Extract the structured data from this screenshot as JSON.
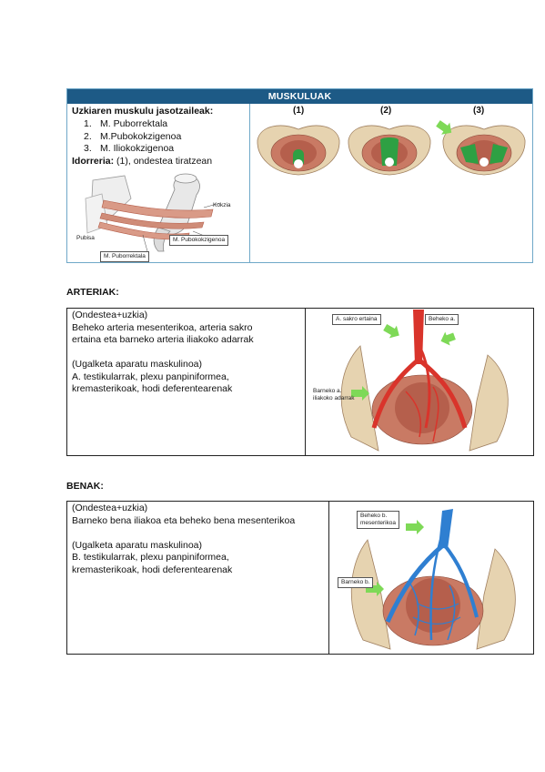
{
  "muskuluak": {
    "header": "MUSKULUAK",
    "subtitle": "Uzkiaren muskulu jasotzaileak:",
    "list": [
      {
        "num": "1.",
        "text": "M. Puborrektala"
      },
      {
        "num": "2.",
        "text": "M.Pubokokzigenoa"
      },
      {
        "num": "3.",
        "text": "M. Iliokokzigenoa"
      }
    ],
    "idorreria_label": "Idorreria:",
    "idorreria_text": " (1), ondestea tiratzean",
    "diagram_labels": {
      "kokzia": "Kokzia",
      "pubisa": "Pubisa",
      "pubokokzigenoa": "M. Pubokokzigenoa",
      "puborrektala": "M. Puborrektala"
    },
    "pelvis_labels": [
      "(1)",
      "(2)",
      "(3)"
    ]
  },
  "arteriak": {
    "title": "ARTERIAK:",
    "lines": [
      " (Ondestea+uzkia)",
      "Beheko arteria mesenterikoa, arteria sakro",
      "ertaina eta barneko arteria iliakoko adarrak",
      "",
      "(Ugalketa aparatu maskulinoa)",
      "A. testikularrak, plexu panpiniformea,",
      "kremasterikoak, hodi deferentearenak"
    ],
    "callouts": {
      "sakro": "A. sakro ertaina",
      "beheko": "Beheko a.",
      "barneko_1": "Barneko a.",
      "barneko_2": "iliakoko adarrak"
    }
  },
  "benak": {
    "title": "BENAK:",
    "lines": [
      "(Ondestea+uzkia)",
      "Barneko bena iliakoa eta beheko bena mesenterikoa",
      "",
      "(Ugalketa aparatu maskulinoa)",
      "B. testikularrak, plexu panpiniformea,",
      "kremasterikoak, hodi deferentearenak"
    ],
    "callouts": {
      "beheko_1": "Beheko b.",
      "beheko_2": "mesenterikoa",
      "barneko": "Barneko b."
    }
  },
  "colors": {
    "header_bg": "#1d5a86",
    "table_border": "#6fa8c8",
    "muscle_green": "#2ea043",
    "arrow_green": "#7ed957",
    "artery_red": "#d9342b",
    "vein_blue": "#2f7fd1",
    "bone": "#e6d3b0",
    "muscle": "#b86a55"
  }
}
